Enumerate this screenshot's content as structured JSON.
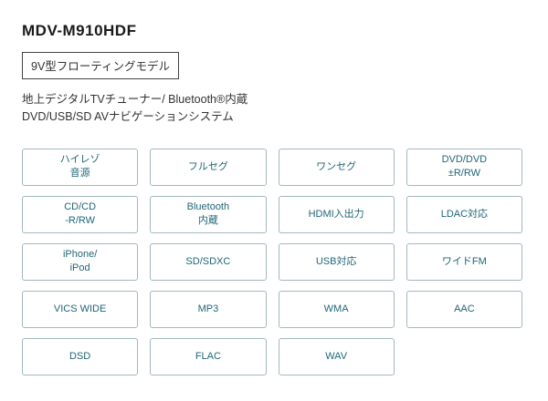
{
  "page": {
    "title": "MDV-M910HDF",
    "model_type": "9V型フローティングモデル",
    "description_line1": "地上デジタルTVチューナー/ Bluetooth®内蔵",
    "description_line2": "DVD/USB/SD AVナビゲーションシステム"
  },
  "colors": {
    "badge_text": "#1f6676",
    "badge_border": "#a3b8be"
  },
  "badges": [
    {
      "label": "ハイレゾ\n音源"
    },
    {
      "label": "フルセグ"
    },
    {
      "label": "ワンセグ"
    },
    {
      "label": "DVD/DVD\n±R/RW"
    },
    {
      "label": "CD/CD\n-R/RW"
    },
    {
      "label": "Bluetooth\n内蔵"
    },
    {
      "label": "HDMI入出力"
    },
    {
      "label": "LDAC対応"
    },
    {
      "label": "iPhone/\niPod"
    },
    {
      "label": "SD/SDXC"
    },
    {
      "label": "USB対応"
    },
    {
      "label": "ワイドFM"
    },
    {
      "label": "VICS WIDE"
    },
    {
      "label": "MP3"
    },
    {
      "label": "WMA"
    },
    {
      "label": "AAC"
    },
    {
      "label": "DSD"
    },
    {
      "label": "FLAC"
    },
    {
      "label": "WAV"
    }
  ]
}
